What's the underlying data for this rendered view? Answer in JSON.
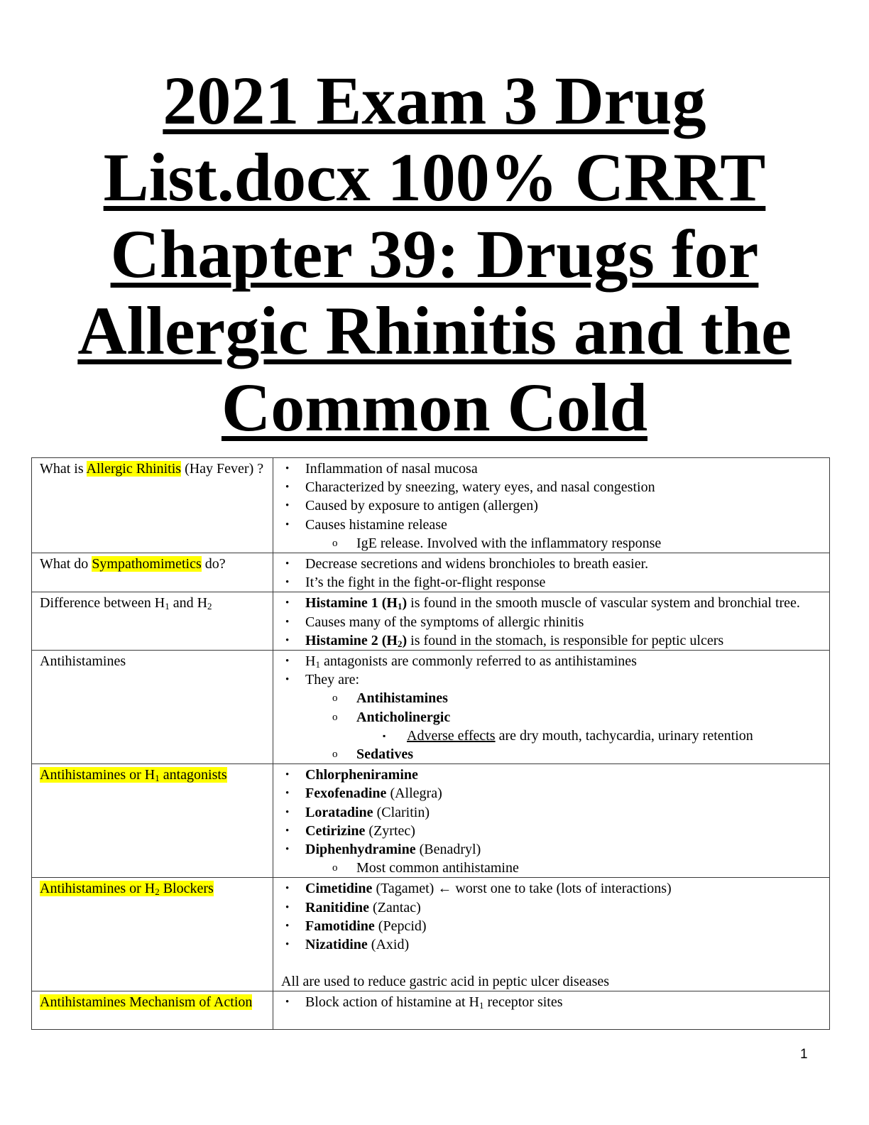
{
  "title": {
    "lines": [
      "2021 Exam 3 Drug",
      "List.docx 100% CRRT",
      "Chapter 39: Drugs for",
      "Allergic Rhinitis and the",
      "Common Cold"
    ]
  },
  "highlight_color": "#ffff00",
  "table": {
    "rows": [
      {
        "question": {
          "pre": "What is ",
          "highlight": "Allergic Rhinitis",
          "post": " (Hay Fever) ?"
        },
        "answers": [
          {
            "level": 1,
            "text": "Inflammation of nasal mucosa"
          },
          {
            "level": 1,
            "text": "Characterized by sneezing, watery eyes, and nasal congestion"
          },
          {
            "level": 1,
            "text": "Caused by exposure to antigen (allergen)"
          },
          {
            "level": 1,
            "text": "Causes histamine release"
          },
          {
            "level": 2,
            "text": "IgE release. Involved with the inflammatory response"
          }
        ]
      },
      {
        "question": {
          "pre": "What do ",
          "highlight": "Sympathomimetics",
          "post": " do?"
        },
        "answers": [
          {
            "level": 1,
            "text": "Decrease secretions and widens bronchioles to breath easier."
          },
          {
            "level": 1,
            "text": "It’s the fight in the fight-or-flight response"
          }
        ]
      },
      {
        "question": {
          "pre": "Difference between H",
          "sub1": "1",
          "mid": " and H",
          "sub2": "2"
        },
        "answers": [
          {
            "level": 1,
            "bold": "Histamine 1 (H",
            "bold_sub": "1",
            "bold_end": ")",
            "text": " is found in the smooth muscle of vascular system and bronchial tree."
          },
          {
            "level": 1,
            "text": "Causes many of the symptoms of allergic rhinitis"
          },
          {
            "level": 1,
            "bold": "Histamine 2 (H",
            "bold_sub": "2",
            "bold_end": ")",
            "text": " is found in the stomach, is responsible for peptic ulcers"
          }
        ]
      },
      {
        "question": {
          "text": "Antihistamines"
        },
        "answers": [
          {
            "level": 1,
            "pre": "H",
            "sub": "1",
            "text": " antagonists are commonly referred to as antihistamines"
          },
          {
            "level": 1,
            "text": "They are:"
          },
          {
            "level": 2,
            "bold": "Antihistamines"
          },
          {
            "level": 2,
            "bold": "Anticholinergic"
          },
          {
            "level": 3,
            "underline": "Adverse effects",
            "text": " are dry mouth, tachycardia, urinary retention"
          },
          {
            "level": 2,
            "bold": "Sedatives"
          }
        ]
      },
      {
        "question": {
          "highlight_pre": "Antihistamines or H",
          "highlight_sub": "1",
          "highlight_post": " antagonists"
        },
        "answers": [
          {
            "level": 1,
            "bold": "Chlorpheniramine"
          },
          {
            "level": 1,
            "bold": "Fexofenadine",
            "text": " (Allegra)"
          },
          {
            "level": 1,
            "bold": "Loratadine",
            "text": " (Claritin)"
          },
          {
            "level": 1,
            "bold": "Cetirizine",
            "text": " (Zyrtec)"
          },
          {
            "level": 1,
            "bold": "Diphenhydramine",
            "text": " (Benadryl)"
          },
          {
            "level": 2,
            "text": "Most common antihistamine"
          }
        ]
      },
      {
        "question": {
          "highlight_pre": "Antihistamines or H",
          "highlight_sub": "2",
          "highlight_post": " Blockers"
        },
        "answers": [
          {
            "level": 1,
            "bold": "Cimetidine",
            "text": " (Tagamet) ← worst one to take (lots of interactions)"
          },
          {
            "level": 1,
            "bold": "Ranitidine",
            "text": " (Zantac)"
          },
          {
            "level": 1,
            "bold": "Famotidine",
            "text": " (Pepcid)"
          },
          {
            "level": 1,
            "bold": "Nizatidine",
            "text": " (Axid)"
          }
        ],
        "note": "All are used to reduce gastric acid in peptic ulcer diseases"
      },
      {
        "question": {
          "highlight": "Antihistamines Mechanism of Action"
        },
        "answers": [
          {
            "level": 1,
            "pre": "Block action of histamine at H",
            "sub": "1",
            "text": " receptor sites"
          }
        ]
      }
    ]
  },
  "bullets": {
    "level1": "•",
    "level2": "o",
    "level3": "▪"
  },
  "page_number": "1"
}
